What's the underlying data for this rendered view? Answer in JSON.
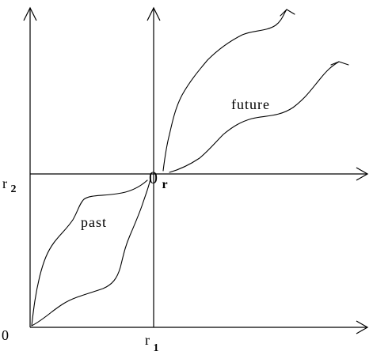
{
  "labels": {
    "origin": "0",
    "r1_base": "r",
    "r1_sub": "1",
    "r2_base": "r",
    "r2_sub": "2",
    "or_base": "0",
    "or_sub": "r",
    "past": "past",
    "future": "future"
  }
}
